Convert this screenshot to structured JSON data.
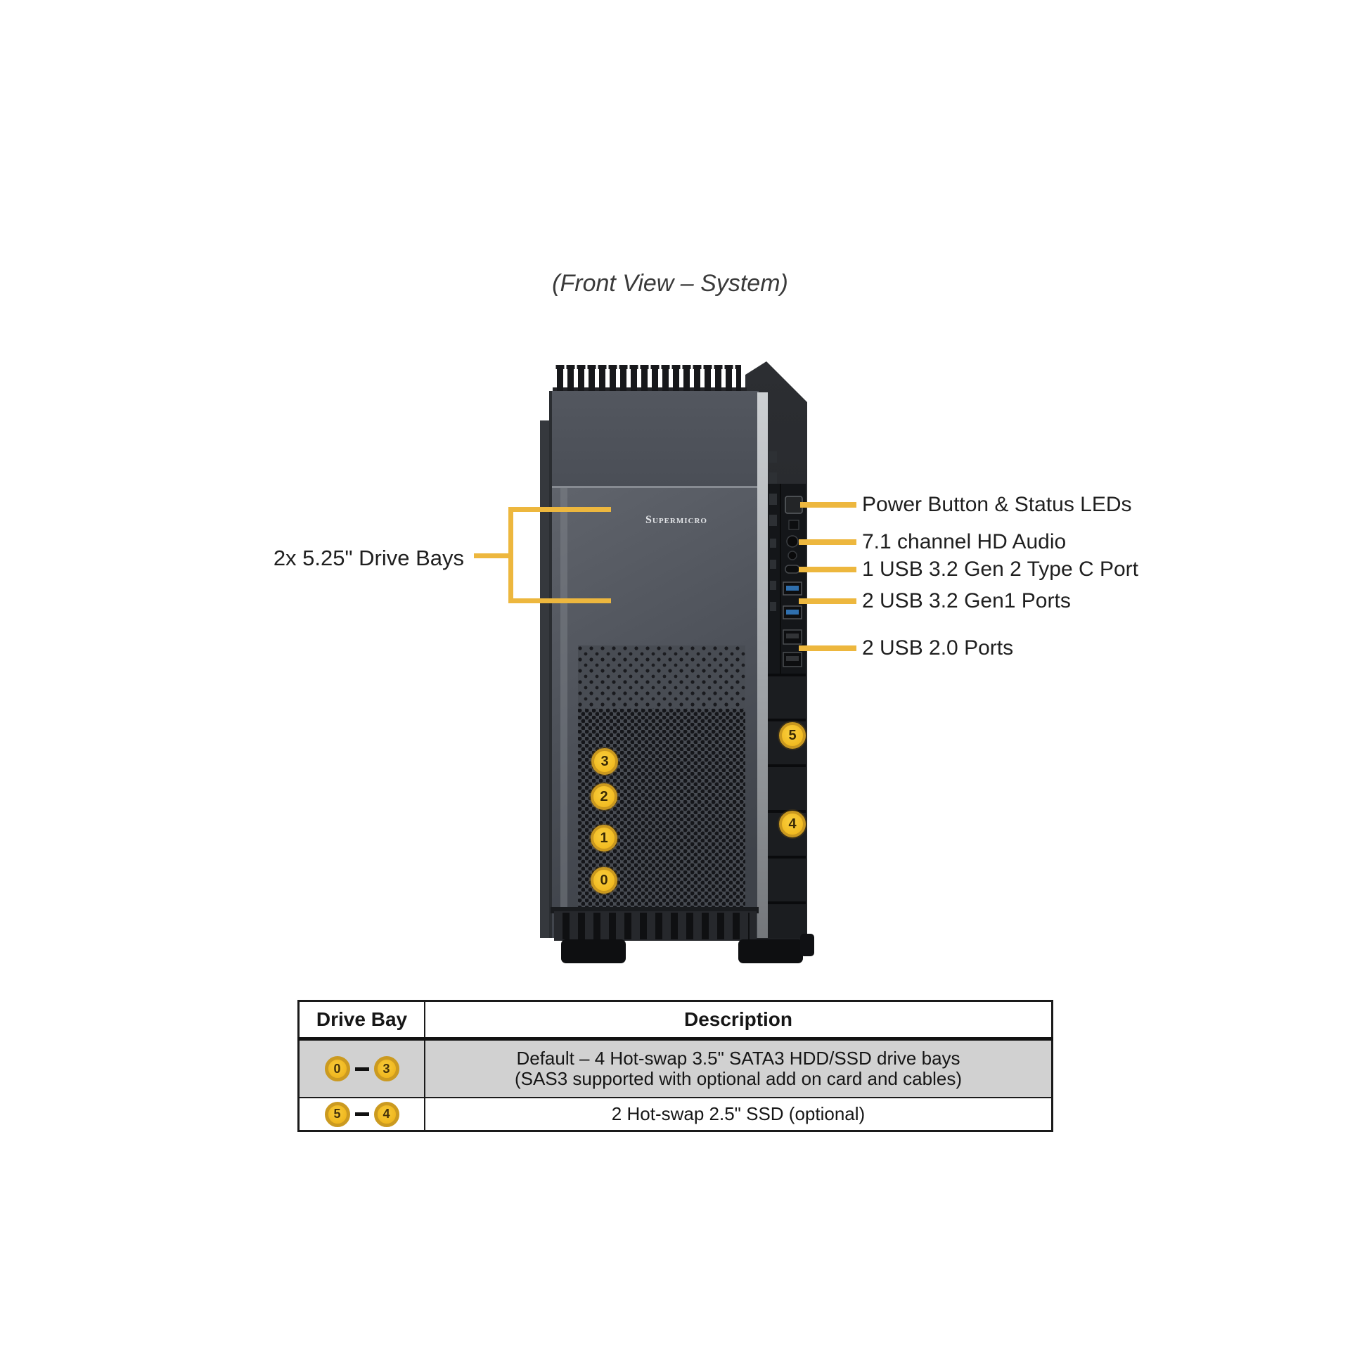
{
  "title": "(Front View – System)",
  "chassis": {
    "logo": "Supermicro",
    "left_callout": {
      "label": "2x 5.25\" Drive Bays"
    },
    "right_callouts": [
      {
        "label": "Power Button & Status LEDs"
      },
      {
        "label": "7.1 channel HD Audio"
      },
      {
        "label": "1 USB 3.2 Gen 2 Type C Port"
      },
      {
        "label": "2 USB 3.2 Gen1 Ports"
      },
      {
        "label": "2 USB 2.0 Ports"
      }
    ],
    "bay_badges_front": [
      "3",
      "2",
      "1",
      "0"
    ],
    "bay_badges_side": [
      "5",
      "4"
    ]
  },
  "colors": {
    "accent_yellow": "#EDB73E",
    "badge_fill": "#F2BB21",
    "badge_ring": "#C9981F",
    "table_row_gray": "#D1D1D1"
  },
  "table": {
    "headers": [
      "Drive Bay",
      "Description"
    ],
    "rows": [
      {
        "bay_from": "0",
        "bay_to": "3",
        "description_line1": "Default – 4 Hot-swap 3.5\" SATA3 HDD/SSD drive bays",
        "description_line2": "(SAS3 supported with optional add on card and cables)"
      },
      {
        "bay_from": "5",
        "bay_to": "4",
        "description_line1": "2 Hot-swap 2.5\" SSD (optional)",
        "description_line2": ""
      }
    ]
  }
}
